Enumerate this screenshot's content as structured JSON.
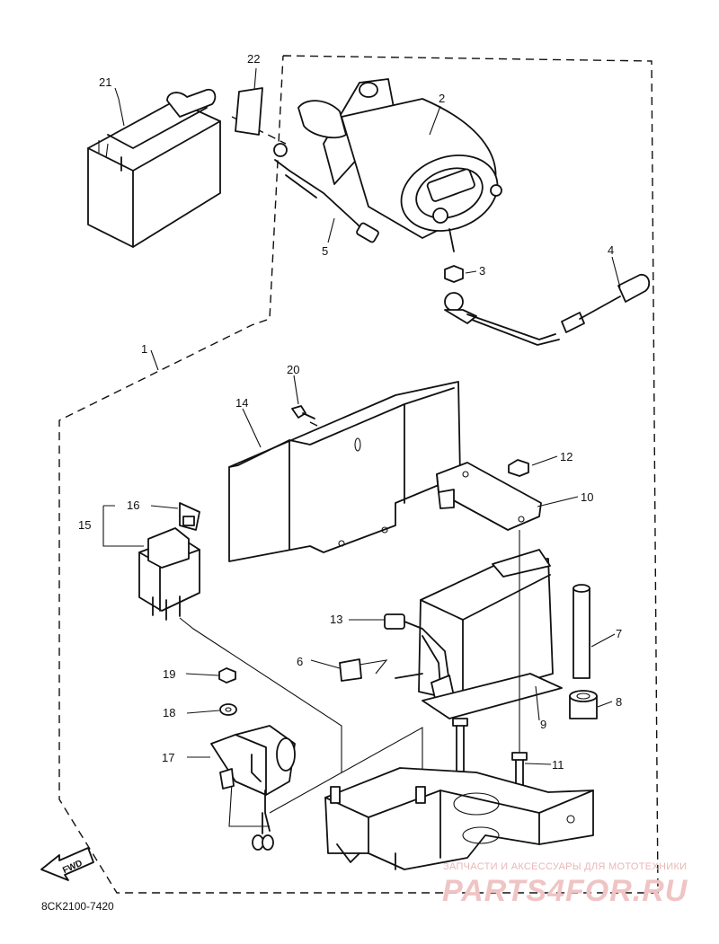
{
  "diagram": {
    "part_code": "8CK2100-7420",
    "fwd_label": "FWD",
    "watermark_top": "ЗАПЧАСТИ И АКСЕССУАРЫ ДЛЯ МОТОТЕХНИКИ",
    "watermark_main": "PARTS4FOR.RU",
    "callouts": {
      "c1": "1",
      "c2": "2",
      "c3": "3",
      "c4": "4",
      "c5": "5",
      "c6": "6",
      "c7": "7",
      "c8": "8",
      "c9": "9",
      "c10": "10",
      "c11": "11",
      "c12": "12",
      "c13": "13",
      "c14": "14",
      "c15": "15",
      "c16": "16",
      "c17": "17",
      "c18": "18",
      "c19": "19",
      "c20": "20",
      "c21": "21",
      "c22": "22"
    }
  }
}
